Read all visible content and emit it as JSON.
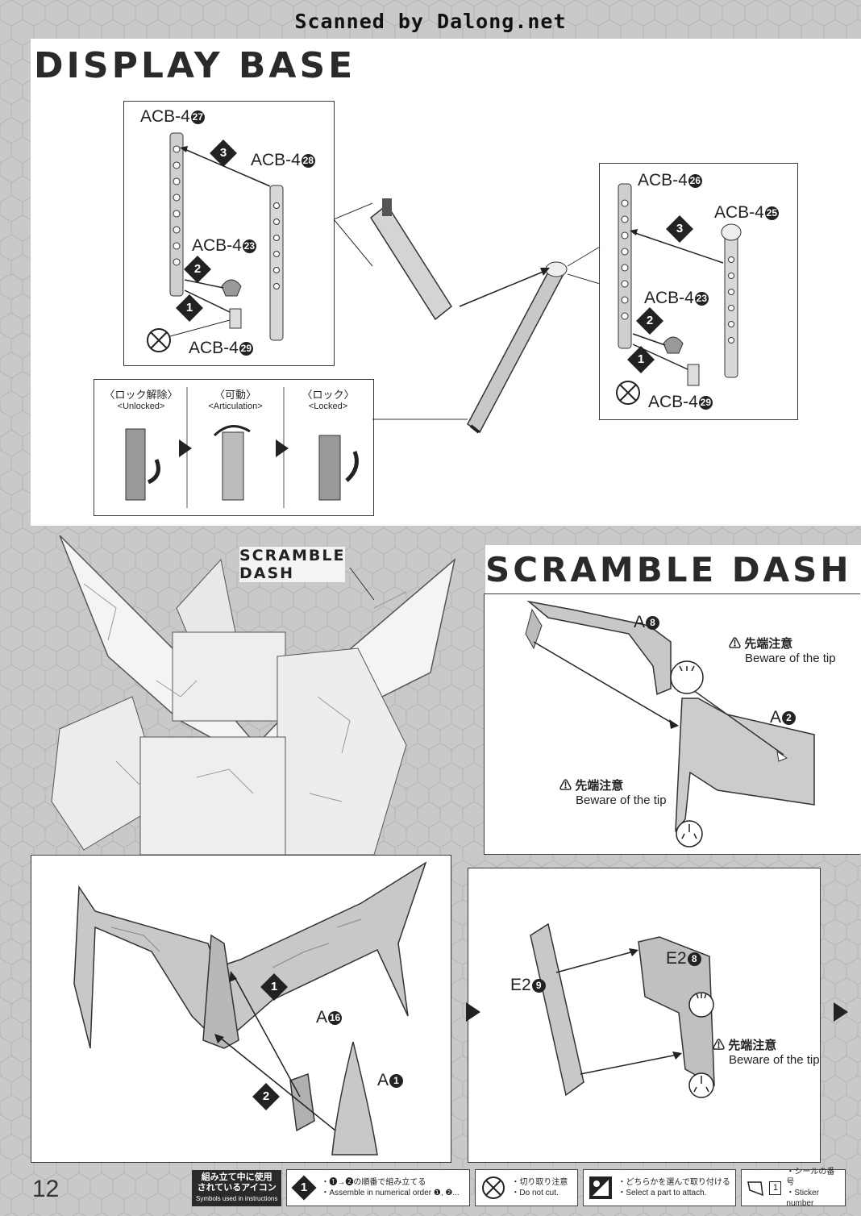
{
  "banner": "Scanned by Dalong.net",
  "page_number": "12",
  "display_base": {
    "title": "DISPLAY BASE",
    "left_assembly": {
      "part_27": {
        "code": "ACB-4",
        "num": "27"
      },
      "part_28": {
        "code": "ACB-4",
        "num": "28"
      },
      "part_23": {
        "code": "ACB-4",
        "num": "23"
      },
      "part_29": {
        "code": "ACB-4",
        "num": "29"
      },
      "steps": [
        "1",
        "2",
        "3"
      ]
    },
    "right_assembly": {
      "part_26": {
        "code": "ACB-4",
        "num": "26"
      },
      "part_25": {
        "code": "ACB-4",
        "num": "25"
      },
      "part_23": {
        "code": "ACB-4",
        "num": "23"
      },
      "part_29": {
        "code": "ACB-4",
        "num": "29"
      },
      "steps": [
        "1",
        "2",
        "3"
      ]
    },
    "lock_states": [
      {
        "jp": "〈ロック解除〉",
        "en": "<Unlocked>"
      },
      {
        "jp": "〈可動〉",
        "en": "<Articulation>"
      },
      {
        "jp": "〈ロック〉",
        "en": "<Locked>"
      }
    ]
  },
  "scramble_dash": {
    "title": "SCRAMBLE DASH",
    "callout": {
      "line1": "SCRAMBLE",
      "line2": "DASH"
    },
    "upper_parts": {
      "a8": {
        "code": "A",
        "num": "8"
      },
      "a2": {
        "code": "A",
        "num": "2"
      }
    },
    "caution": {
      "jp": "先端注意",
      "en": "Beware of the tip"
    },
    "lower_left": {
      "a16": {
        "code": "A",
        "num": "16"
      },
      "a1": {
        "code": "A",
        "num": "1"
      },
      "steps": [
        "1",
        "2"
      ]
    },
    "lower_right": {
      "e2_8": {
        "code": "E2",
        "num": "8"
      },
      "e2_9": {
        "code": "E2",
        "num": "9"
      }
    }
  },
  "legend": {
    "title_jp_1": "組み立て中に使用",
    "title_jp_2": "されているアイコン",
    "title_en": "Symbols used in instructions",
    "order": {
      "icon": "1",
      "jp": "・❶→❷の順番で組み立てる",
      "en": "・Assemble in numerical order ❶, ❷..."
    },
    "cut": {
      "jp": "・切り取り注意",
      "en": "・Do not cut."
    },
    "select": {
      "jp": "・どちらかを選んで取り付ける",
      "en": "・Select a part to attach."
    },
    "sticker": {
      "icon": "1",
      "jp": "・シールの番号",
      "en": "・Sticker number"
    }
  }
}
